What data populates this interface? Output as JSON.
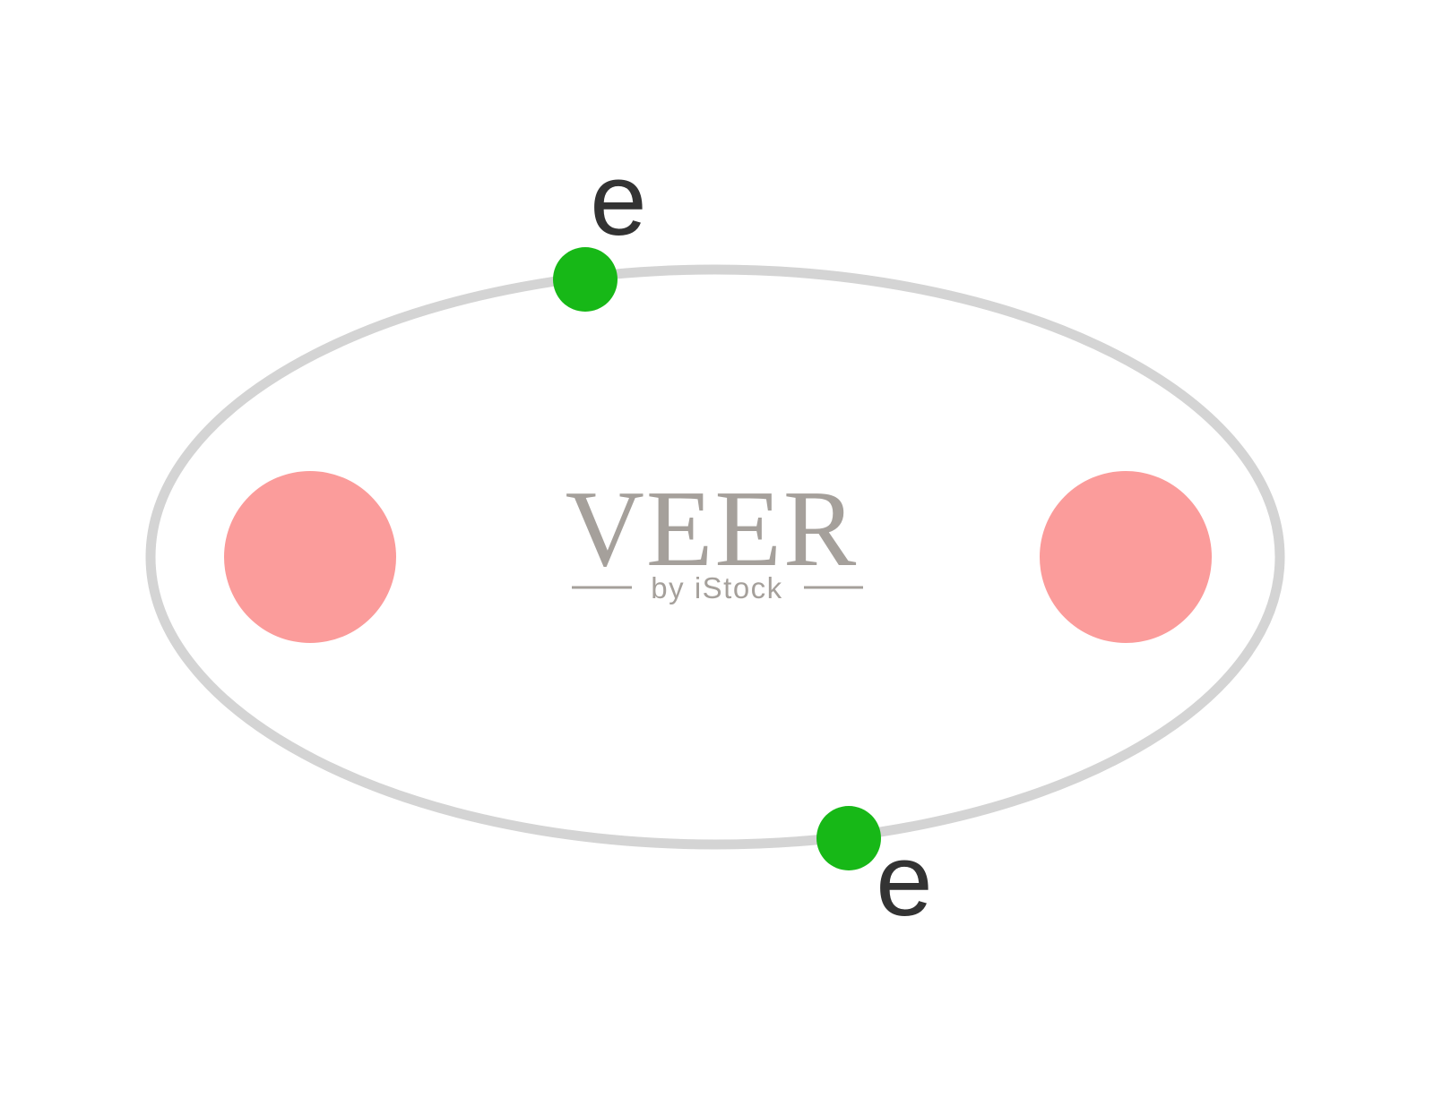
{
  "diagram": {
    "description": "covalent-bond-orbit-diagram",
    "electrons": [
      {
        "label": "e"
      },
      {
        "label": "e"
      }
    ]
  },
  "watermark": {
    "title": "VEER",
    "subtitle": "by iStock"
  },
  "colors": {
    "background": "#ffffff",
    "orbit_stroke": "#d4d4d4",
    "nucleus_pink": "#fb9c9b",
    "electron_green": "#17b817",
    "electron_label": "#333333",
    "watermark_gray": "#a5a09b"
  }
}
